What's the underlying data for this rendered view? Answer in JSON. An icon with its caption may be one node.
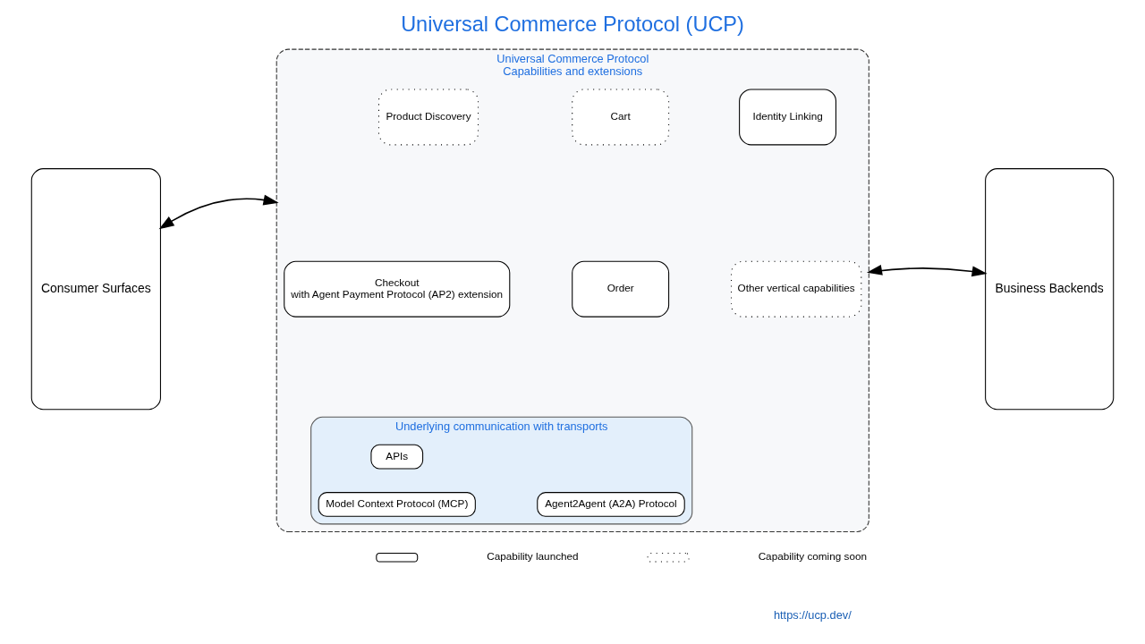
{
  "diagram": {
    "title": "Universal Commerce Protocol (UCP)",
    "nodes": [
      {
        "text": [
          "Consumer Surfaces"
        ]
      },
      {
        "text": [
          "Universal Commerce Protocol",
          "Capabilities and extensions"
        ]
      },
      {
        "text": [
          "Product Discovery"
        ],
        "in": 1
      },
      {
        "text": [
          "Cart"
        ],
        "in": 1
      },
      {
        "text": [
          "Identity Linking"
        ],
        "in": 1
      },
      {
        "text": [
          "Checkout",
          "with Agent Payment Protocol (AP2) extension"
        ],
        "in": 1
      },
      {
        "text": [
          "Order"
        ],
        "in": 1
      },
      {
        "text": [
          "Other vertical capabilities"
        ],
        "in": 1
      },
      {
        "text": [
          "Underlying communication with transports"
        ],
        "in": 1
      },
      {
        "text": [
          "APIs"
        ],
        "in": 8
      },
      {
        "text": [
          "Model Context Protocol (MCP)"
        ],
        "in": 8
      },
      {
        "text": [
          "Agent2Agent (A2A) Protocol"
        ],
        "in": 8
      },
      {
        "text": [
          "Business Backends"
        ]
      }
    ],
    "edges": [
      {
        "from": 0,
        "to": 1,
        "arrow": "both"
      },
      {
        "from": 1,
        "to": 12,
        "arrow": "both"
      }
    ],
    "labels": [
      "https://ucp.dev/"
    ],
    "legend": [
      {
        "text": "Capability launched"
      },
      {
        "text": "Capability coming soon"
      }
    ]
  }
}
